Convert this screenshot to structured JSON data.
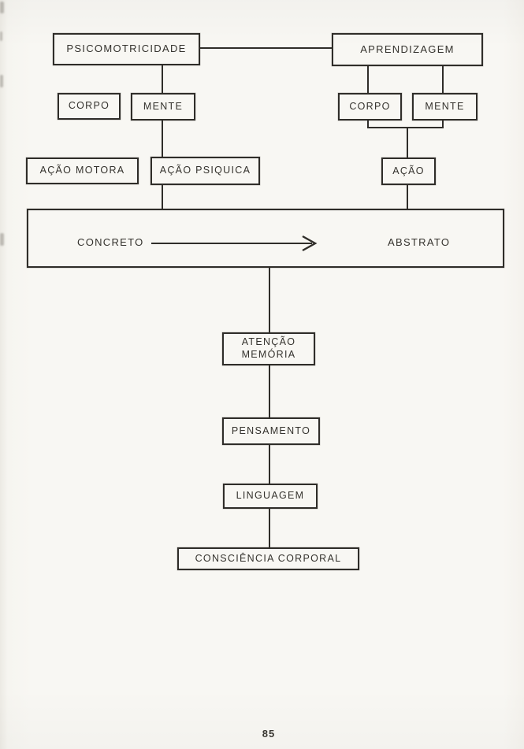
{
  "page": {
    "number": "85"
  },
  "colors": {
    "ink": "#2f2d29",
    "paper": "#f8f7f3"
  },
  "icons": {
    "arrow": "right-arrow"
  },
  "nodes": {
    "psicomotricidade": "PSICOMOTRICIDADE",
    "aprendizagem": "APRENDIZAGEM",
    "corpo_left": "CORPO",
    "mente_left": "MENTE",
    "corpo_right": "CORPO",
    "mente_right": "MENTE",
    "acao_motora": "AÇÃO MOTORA",
    "acao_psiquica": "AÇÃO PSIQUICA",
    "acao": "AÇÃO",
    "atencao_memoria": {
      "line1": "ATENÇÃO",
      "line2": "MEMÓRIA"
    },
    "pensamento": "PENSAMENTO",
    "linguagem": "LINGUAGEM",
    "consciencia_corporal": "CONSCIÊNCIA CORPORAL"
  },
  "band": {
    "left": "CONCRETO",
    "right": "ABSTRATO"
  },
  "edges": [
    {
      "from": "psicomotricidade",
      "to": "aprendizagem"
    },
    {
      "from": "psicomotricidade",
      "to": "mente_left"
    },
    {
      "from": "mente_left",
      "to": "acao_psiquica"
    },
    {
      "from": "acao_psiquica",
      "to": "concreto_abstrato_band"
    },
    {
      "from": "aprendizagem",
      "to": "corpo_right"
    },
    {
      "from": "aprendizagem",
      "to": "mente_right"
    },
    {
      "from": "corpo_right",
      "to": "acao"
    },
    {
      "from": "mente_right",
      "to": "acao"
    },
    {
      "from": "acao",
      "to": "concreto_abstrato_band"
    },
    {
      "from": "concreto_abstrato_band",
      "to": "atencao_memoria"
    },
    {
      "from": "atencao_memoria",
      "to": "pensamento"
    },
    {
      "from": "pensamento",
      "to": "linguagem"
    },
    {
      "from": "linguagem",
      "to": "consciencia_corporal"
    }
  ]
}
